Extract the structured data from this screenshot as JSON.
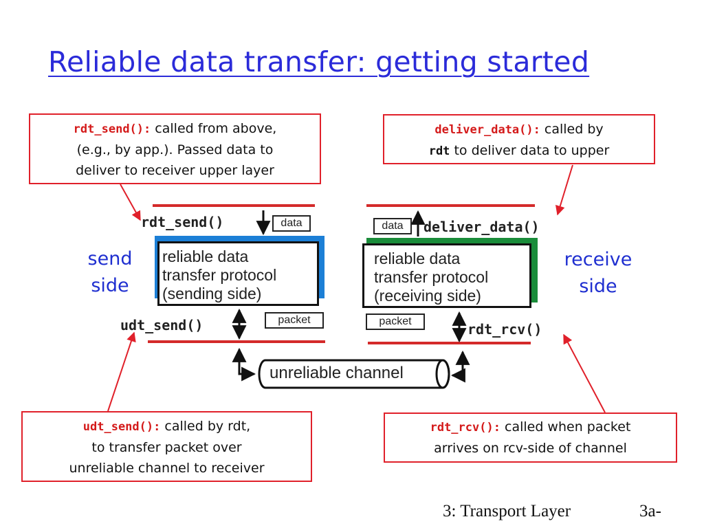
{
  "title": "Reliable data transfer: getting started",
  "callouts": {
    "rdt_send": {
      "code": "rdt_send():",
      "line1_rest": " called from above,",
      "line2": "(e.g., by app.). Passed data to",
      "line3": "deliver to receiver upper layer"
    },
    "deliver_data": {
      "code": "deliver_data():",
      "line1_rest": " called by",
      "code2": "rdt",
      "line2_rest": " to deliver data to upper"
    },
    "udt_send": {
      "code": "udt_send():",
      "line1_rest": " called by rdt,",
      "line2": "to transfer packet over",
      "line3": "unreliable channel to receiver"
    },
    "rdt_rcv": {
      "code": "rdt_rcv():",
      "line1_rest": " called when packet",
      "line2": "arrives on rcv-side of channel"
    }
  },
  "diagram": {
    "send_fn": "rdt_send()",
    "deliver_fn": "deliver_data()",
    "udt_fn": "udt_send()",
    "rcv_fn": "rdt_rcv()",
    "data_tag": "data",
    "packet_tag": "packet",
    "send_side_label": [
      "send",
      "side"
    ],
    "receive_side_label": [
      "receive",
      "side"
    ],
    "sender_protocol": [
      "reliable data",
      "transfer protocol",
      "(sending side)"
    ],
    "receiver_protocol": [
      "reliable data",
      "transfer protocol",
      "(receiving side)"
    ],
    "channel": "unreliable channel"
  },
  "footer": {
    "chapter": "3: Transport Layer",
    "page": "3a-"
  },
  "colors": {
    "title": "#2b2bd9",
    "callout_border": "#e0202a",
    "code": "#d41a1a",
    "side_label": "#1f2fd0",
    "sender_shadow": "#1c7fd6",
    "receiver_shadow": "#1a8c3a",
    "layer_line": "#d42a2a"
  }
}
